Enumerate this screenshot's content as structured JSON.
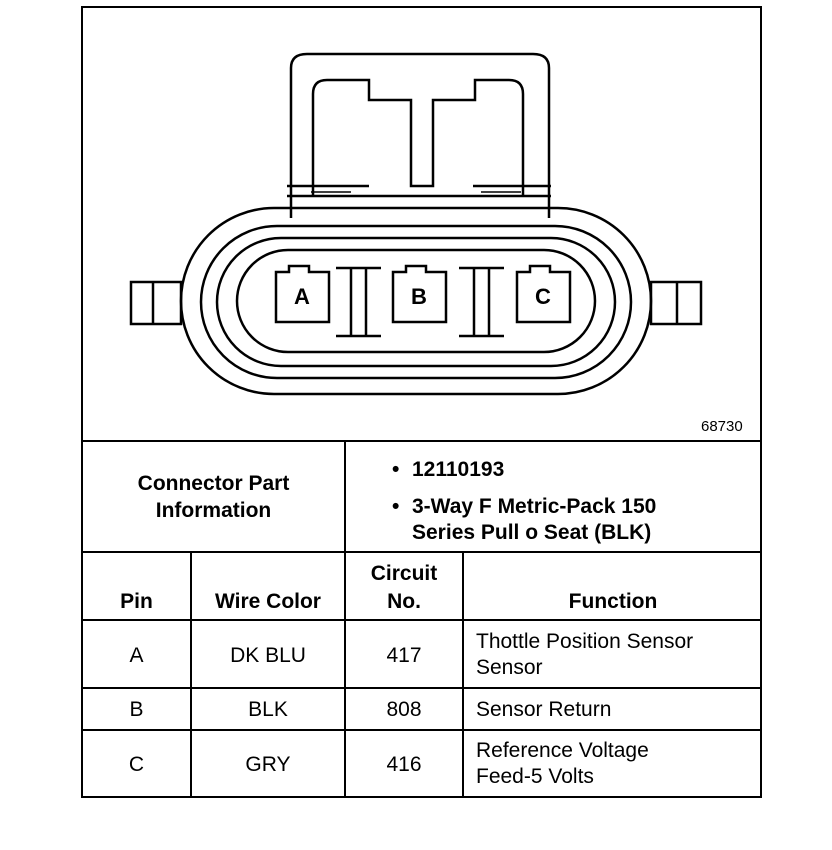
{
  "diagram": {
    "figure_number": "68730",
    "pins": [
      "A",
      "B",
      "C"
    ]
  },
  "connector": {
    "label_line1": "Connector Part",
    "label_line2": "Information",
    "part_number": "12110193",
    "description_line1": "3-Way F Metric-Pack 150",
    "description_line2": "Series Pull o Seat (BLK)"
  },
  "table": {
    "headers": {
      "pin": "Pin",
      "wire_color": "Wire Color",
      "circuit_line1": "Circuit",
      "circuit_line2": "No.",
      "function": "Function"
    },
    "rows": [
      {
        "pin": "A",
        "wire_color": "DK BLU",
        "circuit": "417",
        "function_line1": "Thottle Position Sensor",
        "function_line2": "Sensor"
      },
      {
        "pin": "B",
        "wire_color": "BLK",
        "circuit": "808",
        "function_line1": "Sensor Return",
        "function_line2": ""
      },
      {
        "pin": "C",
        "wire_color": "GRY",
        "circuit": "416",
        "function_line1": "Reference Voltage",
        "function_line2": "Feed-5 Volts"
      }
    ]
  }
}
